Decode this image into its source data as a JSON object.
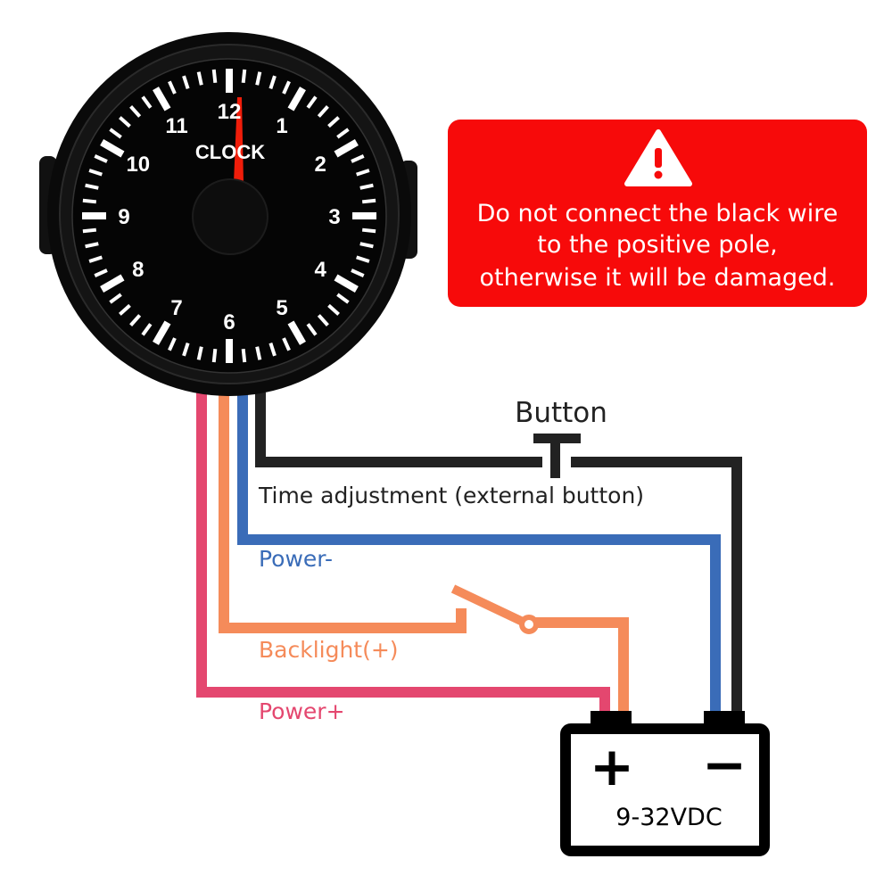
{
  "gauge": {
    "face_label": "CLOCK",
    "hour_numbers": [
      "12",
      "1",
      "2",
      "3",
      "4",
      "5",
      "6",
      "7",
      "8",
      "9",
      "10",
      "11"
    ]
  },
  "warning": {
    "icon": "warning-triangle-icon",
    "lines": [
      "Do not connect the black wire",
      "to the positive pole,",
      "otherwise it will be damaged."
    ],
    "background": "#f70a0a"
  },
  "button": {
    "label": "Button"
  },
  "wires": {
    "time_adjust": {
      "label": "Time adjustment (external button)",
      "color": "#222222"
    },
    "power_neg": {
      "label": "Power-",
      "color": "#3a6cb8"
    },
    "backlight": {
      "label": "Backlight(+)",
      "color": "#f58b5a"
    },
    "power_pos": {
      "label": "Power+",
      "color": "#e4476f"
    }
  },
  "battery": {
    "plus": "+",
    "minus": "−",
    "voltage": "9-32VDC"
  }
}
